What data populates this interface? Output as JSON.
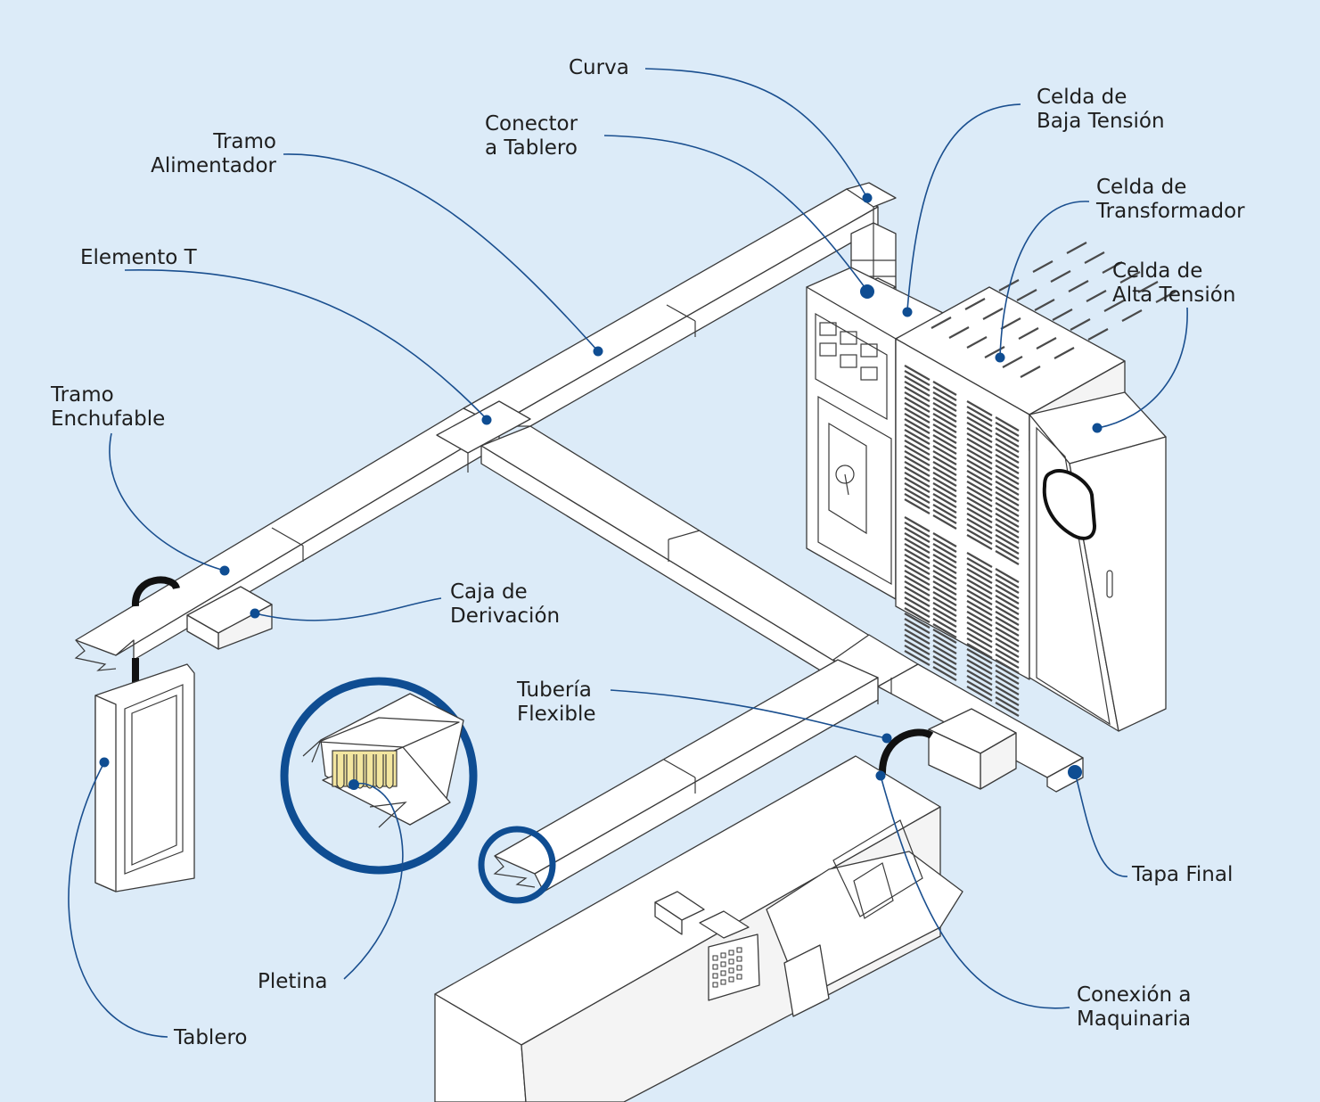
{
  "labels": {
    "curva": "Curva",
    "conector": [
      "Conector",
      "a Tablero"
    ],
    "tramo_alimentador": [
      "Tramo",
      "Alimentador"
    ],
    "elemento_t": "Elemento T",
    "tramo_enchufable": [
      "Tramo",
      "Enchufable"
    ],
    "baja_tension": [
      "Celda de",
      "Baja Tensión"
    ],
    "transformador": [
      "Celda de",
      "Transformador"
    ],
    "alta_tension": [
      "Celda de",
      "Alta Tensión"
    ],
    "caja_derivacion": [
      "Caja de",
      "Derivación"
    ],
    "tuberia_flexible": [
      "Tubería",
      "Flexible"
    ],
    "tapa_final": "Tapa Final",
    "pletina": "Pletina",
    "tablero": "Tablero",
    "conexion_maquinaria": [
      "Conexión a",
      "Maquinaria"
    ]
  },
  "colors": {
    "background": "#dcebf8",
    "leader": "#1a4f8f",
    "marker": "#0f4d92",
    "highlight_ring": "#0f4d92",
    "pletina": "#f3e6a0"
  }
}
